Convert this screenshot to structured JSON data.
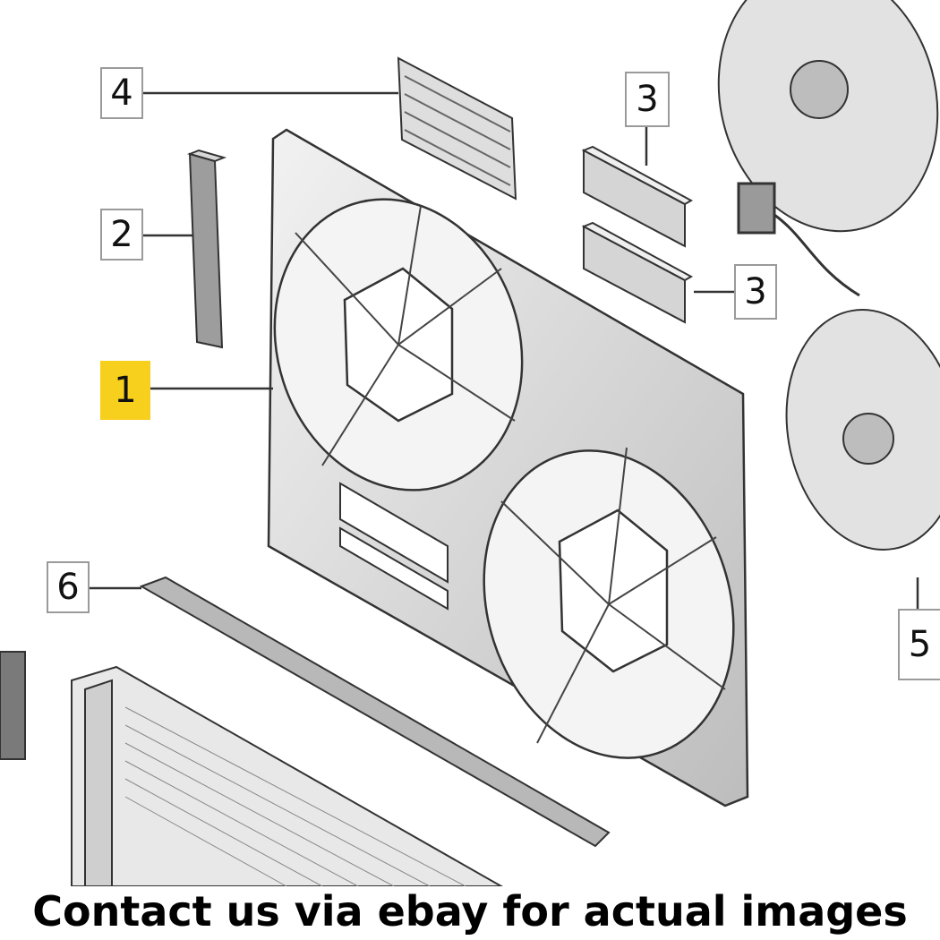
{
  "callouts": {
    "c1": "1",
    "c2": "2",
    "c3a": "3",
    "c3b": "3",
    "c4": "4",
    "c5": "5",
    "c6": "6"
  },
  "caption": "Contact us via ebay for actual images",
  "colors": {
    "highlight": "#f7cf1d",
    "line": "#333333",
    "part_fill": "#e4e4e4",
    "part_dark": "#8c8c8c"
  }
}
